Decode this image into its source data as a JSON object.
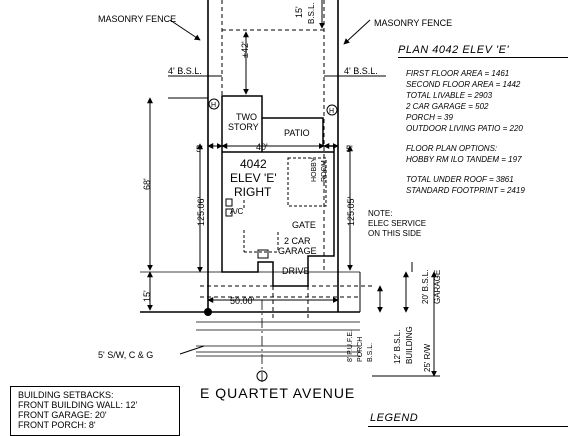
{
  "labels": {
    "masonry_fence_left": "MASONRY FENCE",
    "masonry_fence_right": "MASONRY FENCE",
    "rear_bsl": "15'",
    "rear_bsl_sub": "B.S.L.",
    "dim_42": "±42'",
    "side_bsl_left": "4' B.S.L.",
    "side_bsl_right": "4' B.S.L.",
    "hose_bib": "H",
    "two_story": [
      "TWO",
      "STORY"
    ],
    "patio": "PATIO",
    "dim_5_left": "5'",
    "dim_40": "40'",
    "dim_5_right": "5'",
    "plan_name": [
      "4042",
      "ELEV 'E'",
      "RIGHT"
    ],
    "hobby_room": [
      "HOBBY",
      "ROOM"
    ],
    "depth_68": "68'",
    "lot_left": "125.06'",
    "lot_right": "125.05'",
    "ac": "A/C",
    "gate": "GATE",
    "garage": [
      "2 CAR",
      "GARAGE"
    ],
    "drive": "DRIVE",
    "elec_note": [
      "NOTE:",
      "ELEC SERVICE",
      "ON THIS SIDE"
    ],
    "front_15": "15'",
    "frontage": "50.00'",
    "sidewalk": "5' S/W, C & G",
    "pufe": [
      "8' P.U.F.E.",
      "PORCH",
      "B.S.L."
    ],
    "building_bsl": [
      "12' B.S.L.",
      "BUILDING"
    ],
    "garage_bsl": [
      "20' B.S.L.",
      "GARAGE"
    ],
    "row": "25' R/W",
    "street": "E QUARTET AVENUE"
  },
  "plan_title": "PLAN 4042 ELEV 'E'",
  "areas": [
    "FIRST FLOOR AREA = 1461",
    "SECOND FLOOR AREA = 1442",
    "TOTAL LIVABLE = 2903",
    "2 CAR GARAGE = 502",
    "PORCH = 39",
    "OUTDOOR LIVING PATIO = 220"
  ],
  "options": [
    "FLOOR PLAN OPTIONS:",
    "HOBBY RM ILO TANDEM = 197"
  ],
  "totals": [
    "TOTAL UNDER ROOF = 3861",
    "STANDARD FOOTPRINT = 2419"
  ],
  "setbacks": [
    "BUILDING SETBACKS:",
    "FRONT BUILDING WALL: 12'",
    "FRONT GARAGE: 20'",
    "FRONT PORCH: 8'"
  ],
  "legend": "LEGEND"
}
